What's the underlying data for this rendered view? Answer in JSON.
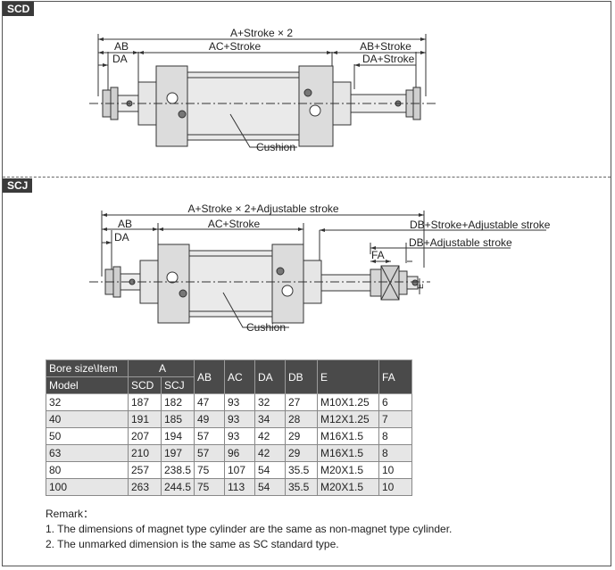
{
  "sections": {
    "scd": {
      "tag": "SCD",
      "dims": {
        "a": "A+Stroke × 2",
        "ab": "AB",
        "ac": "AC+Stroke",
        "ab_right": "AB+Stroke",
        "da": "DA",
        "da_right": "DA+Stroke",
        "cushion": "Cushion"
      }
    },
    "scj": {
      "tag": "SCJ",
      "dims": {
        "a": "A+Stroke × 2+Adjustable stroke",
        "ab": "AB",
        "ac": "AC+Stroke",
        "da": "DA",
        "db_stroke": "DB+Stroke+Adjustable stroke",
        "db_adj": "DB+Adjustable stroke",
        "fa": "FA",
        "e": "E",
        "cushion": "Cushion"
      }
    }
  },
  "table": {
    "header_top": {
      "bore": "Bore size\\Item",
      "a": "A",
      "ab": "AB",
      "ac": "AC",
      "da": "DA",
      "db": "DB",
      "e": "E",
      "fa": "FA"
    },
    "header_sub": {
      "model": "Model",
      "scd": "SCD",
      "scj": "SCJ"
    },
    "rows": [
      [
        "32",
        "187",
        "182",
        "47",
        "93",
        "32",
        "27",
        "M10X1.25",
        "6"
      ],
      [
        "40",
        "191",
        "185",
        "49",
        "93",
        "34",
        "28",
        "M12X1.25",
        "7"
      ],
      [
        "50",
        "207",
        "194",
        "57",
        "93",
        "42",
        "29",
        "M16X1.5",
        "8"
      ],
      [
        "63",
        "210",
        "197",
        "57",
        "96",
        "42",
        "29",
        "M16X1.5",
        "8"
      ],
      [
        "80",
        "257",
        "238.5",
        "75",
        "107",
        "54",
        "35.5",
        "M20X1.5",
        "10"
      ],
      [
        "100",
        "263",
        "244.5",
        "75",
        "113",
        "54",
        "35.5",
        "M20X1.5",
        "10"
      ]
    ]
  },
  "remarks": {
    "title": "Remark：",
    "items": [
      "1. The dimensions of magnet type cylinder are the same as non-magnet type cylinder.",
      "2. The unmarked dimension is the same as SC standard type."
    ]
  }
}
